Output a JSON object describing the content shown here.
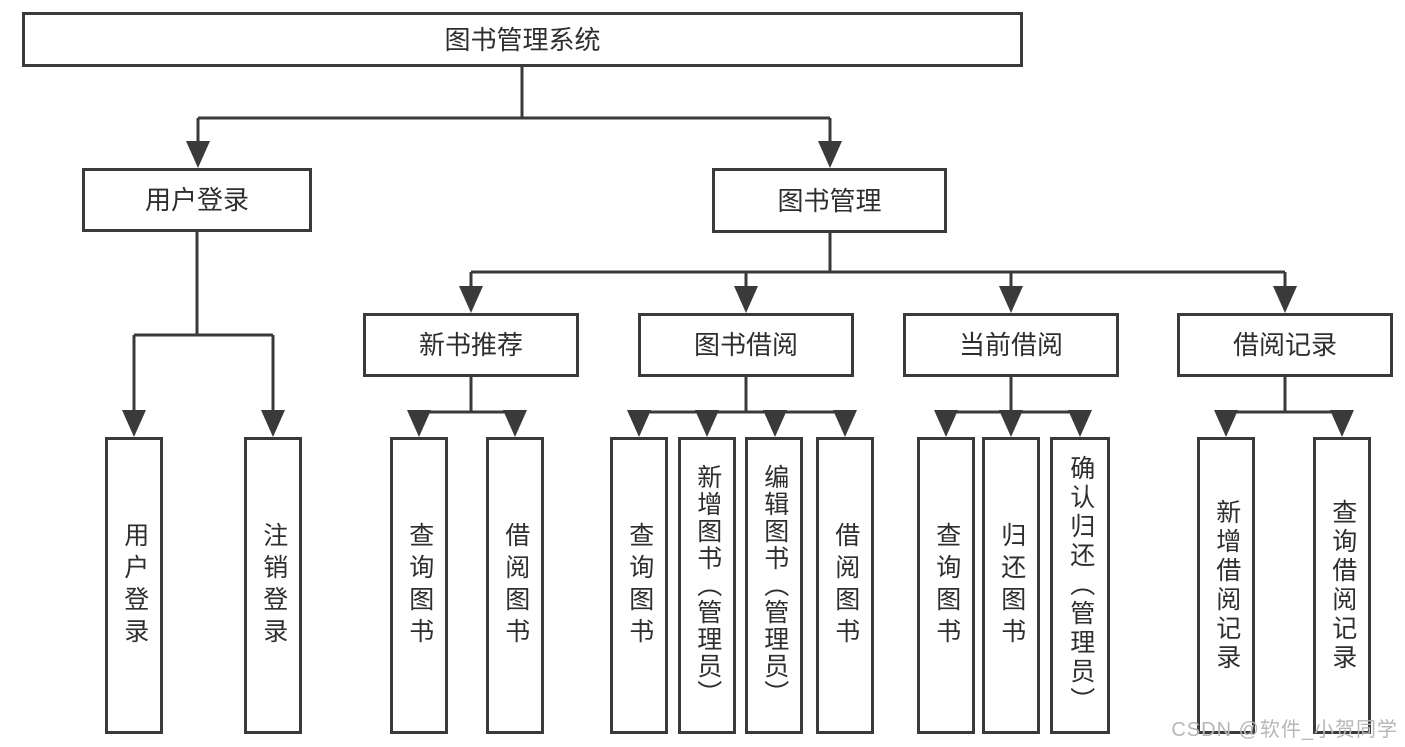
{
  "tree": {
    "root": {
      "label": "图书管理系统",
      "children": [
        {
          "label": "用户登录",
          "children": [
            {
              "label": "用户登录"
            },
            {
              "label": "注销登录"
            }
          ]
        },
        {
          "label": "图书管理",
          "children": [
            {
              "label": "新书推荐",
              "children": [
                {
                  "label": "查询图书"
                },
                {
                  "label": "借阅图书"
                }
              ]
            },
            {
              "label": "图书借阅",
              "children": [
                {
                  "label": "查询图书"
                },
                {
                  "label": "新增图书（管理员）"
                },
                {
                  "label": "编辑图书（管理员）"
                },
                {
                  "label": "借阅图书"
                }
              ]
            },
            {
              "label": "当前借阅",
              "children": [
                {
                  "label": "查询图书"
                },
                {
                  "label": "归还图书"
                },
                {
                  "label": "确认归还（管理员）"
                }
              ]
            },
            {
              "label": "借阅记录",
              "children": [
                {
                  "label": "新增借阅记录"
                },
                {
                  "label": "查询借阅记录"
                }
              ]
            }
          ]
        }
      ]
    }
  },
  "watermark": {
    "label": "CSDN @软件_小贺同学"
  },
  "colors": {
    "line": "#3a3a3a",
    "text": "#2e2e2e",
    "watermark": "#b7b7b7",
    "background": "#ffffff"
  }
}
